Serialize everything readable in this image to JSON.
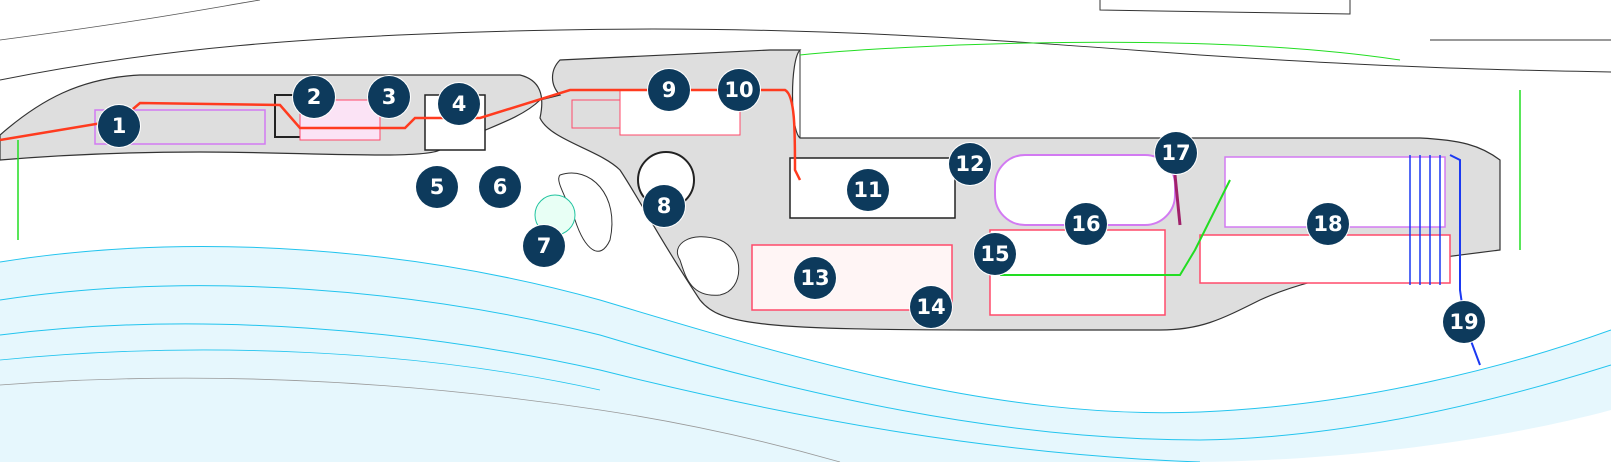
{
  "colors": {
    "marker": "#0d3a5c",
    "pipe_main": "#ff3b1f",
    "river": "#e6f7fd",
    "river_line": "#22c4ee",
    "site": "#dedede",
    "green_line": "#22dd22",
    "magenta": "#d27af2",
    "blue_pipe": "#1b39f2"
  },
  "markers": [
    {
      "label": "1"
    },
    {
      "label": "2"
    },
    {
      "label": "3"
    },
    {
      "label": "4"
    },
    {
      "label": "5"
    },
    {
      "label": "6"
    },
    {
      "label": "7"
    },
    {
      "label": "8"
    },
    {
      "label": "9"
    },
    {
      "label": "10"
    },
    {
      "label": "11"
    },
    {
      "label": "12"
    },
    {
      "label": "13"
    },
    {
      "label": "14"
    },
    {
      "label": "15"
    },
    {
      "label": "16"
    },
    {
      "label": "17"
    },
    {
      "label": "18"
    },
    {
      "label": "19"
    }
  ]
}
